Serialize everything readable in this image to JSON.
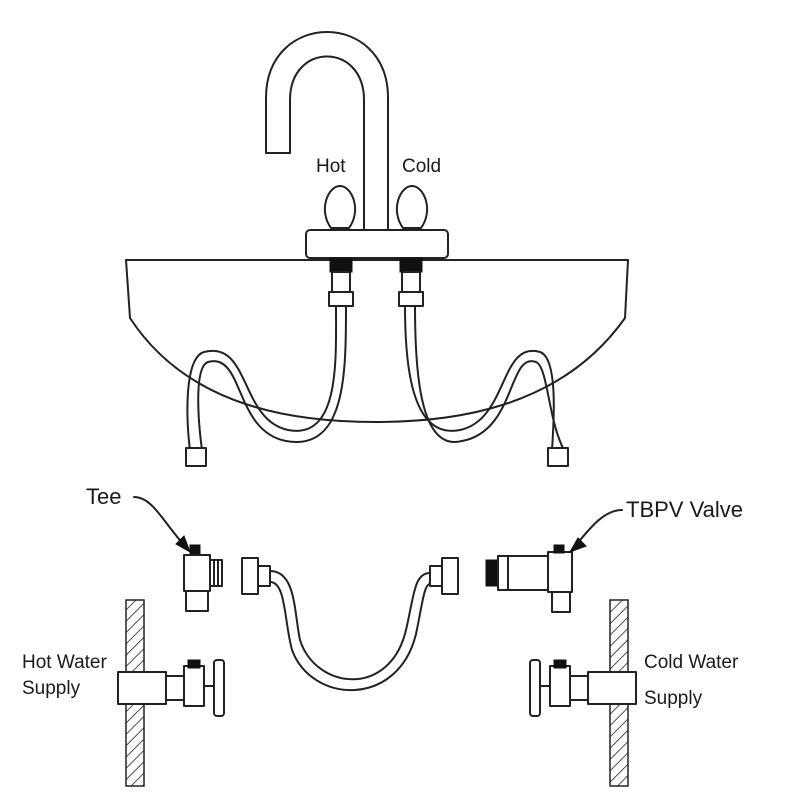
{
  "labels": {
    "hot": "Hot",
    "cold": "Cold",
    "tee": "Tee",
    "tbpv_valve": "TBPV  Valve",
    "hot_water_supply_line1": "Hot Water",
    "hot_water_supply_line2": "Supply",
    "cold_water_supply_line1": "Cold Water",
    "cold_water_supply_line2": "Supply"
  },
  "colors": {
    "line": "#222222",
    "background": "#ffffff",
    "fitting_dark": "#111111"
  }
}
